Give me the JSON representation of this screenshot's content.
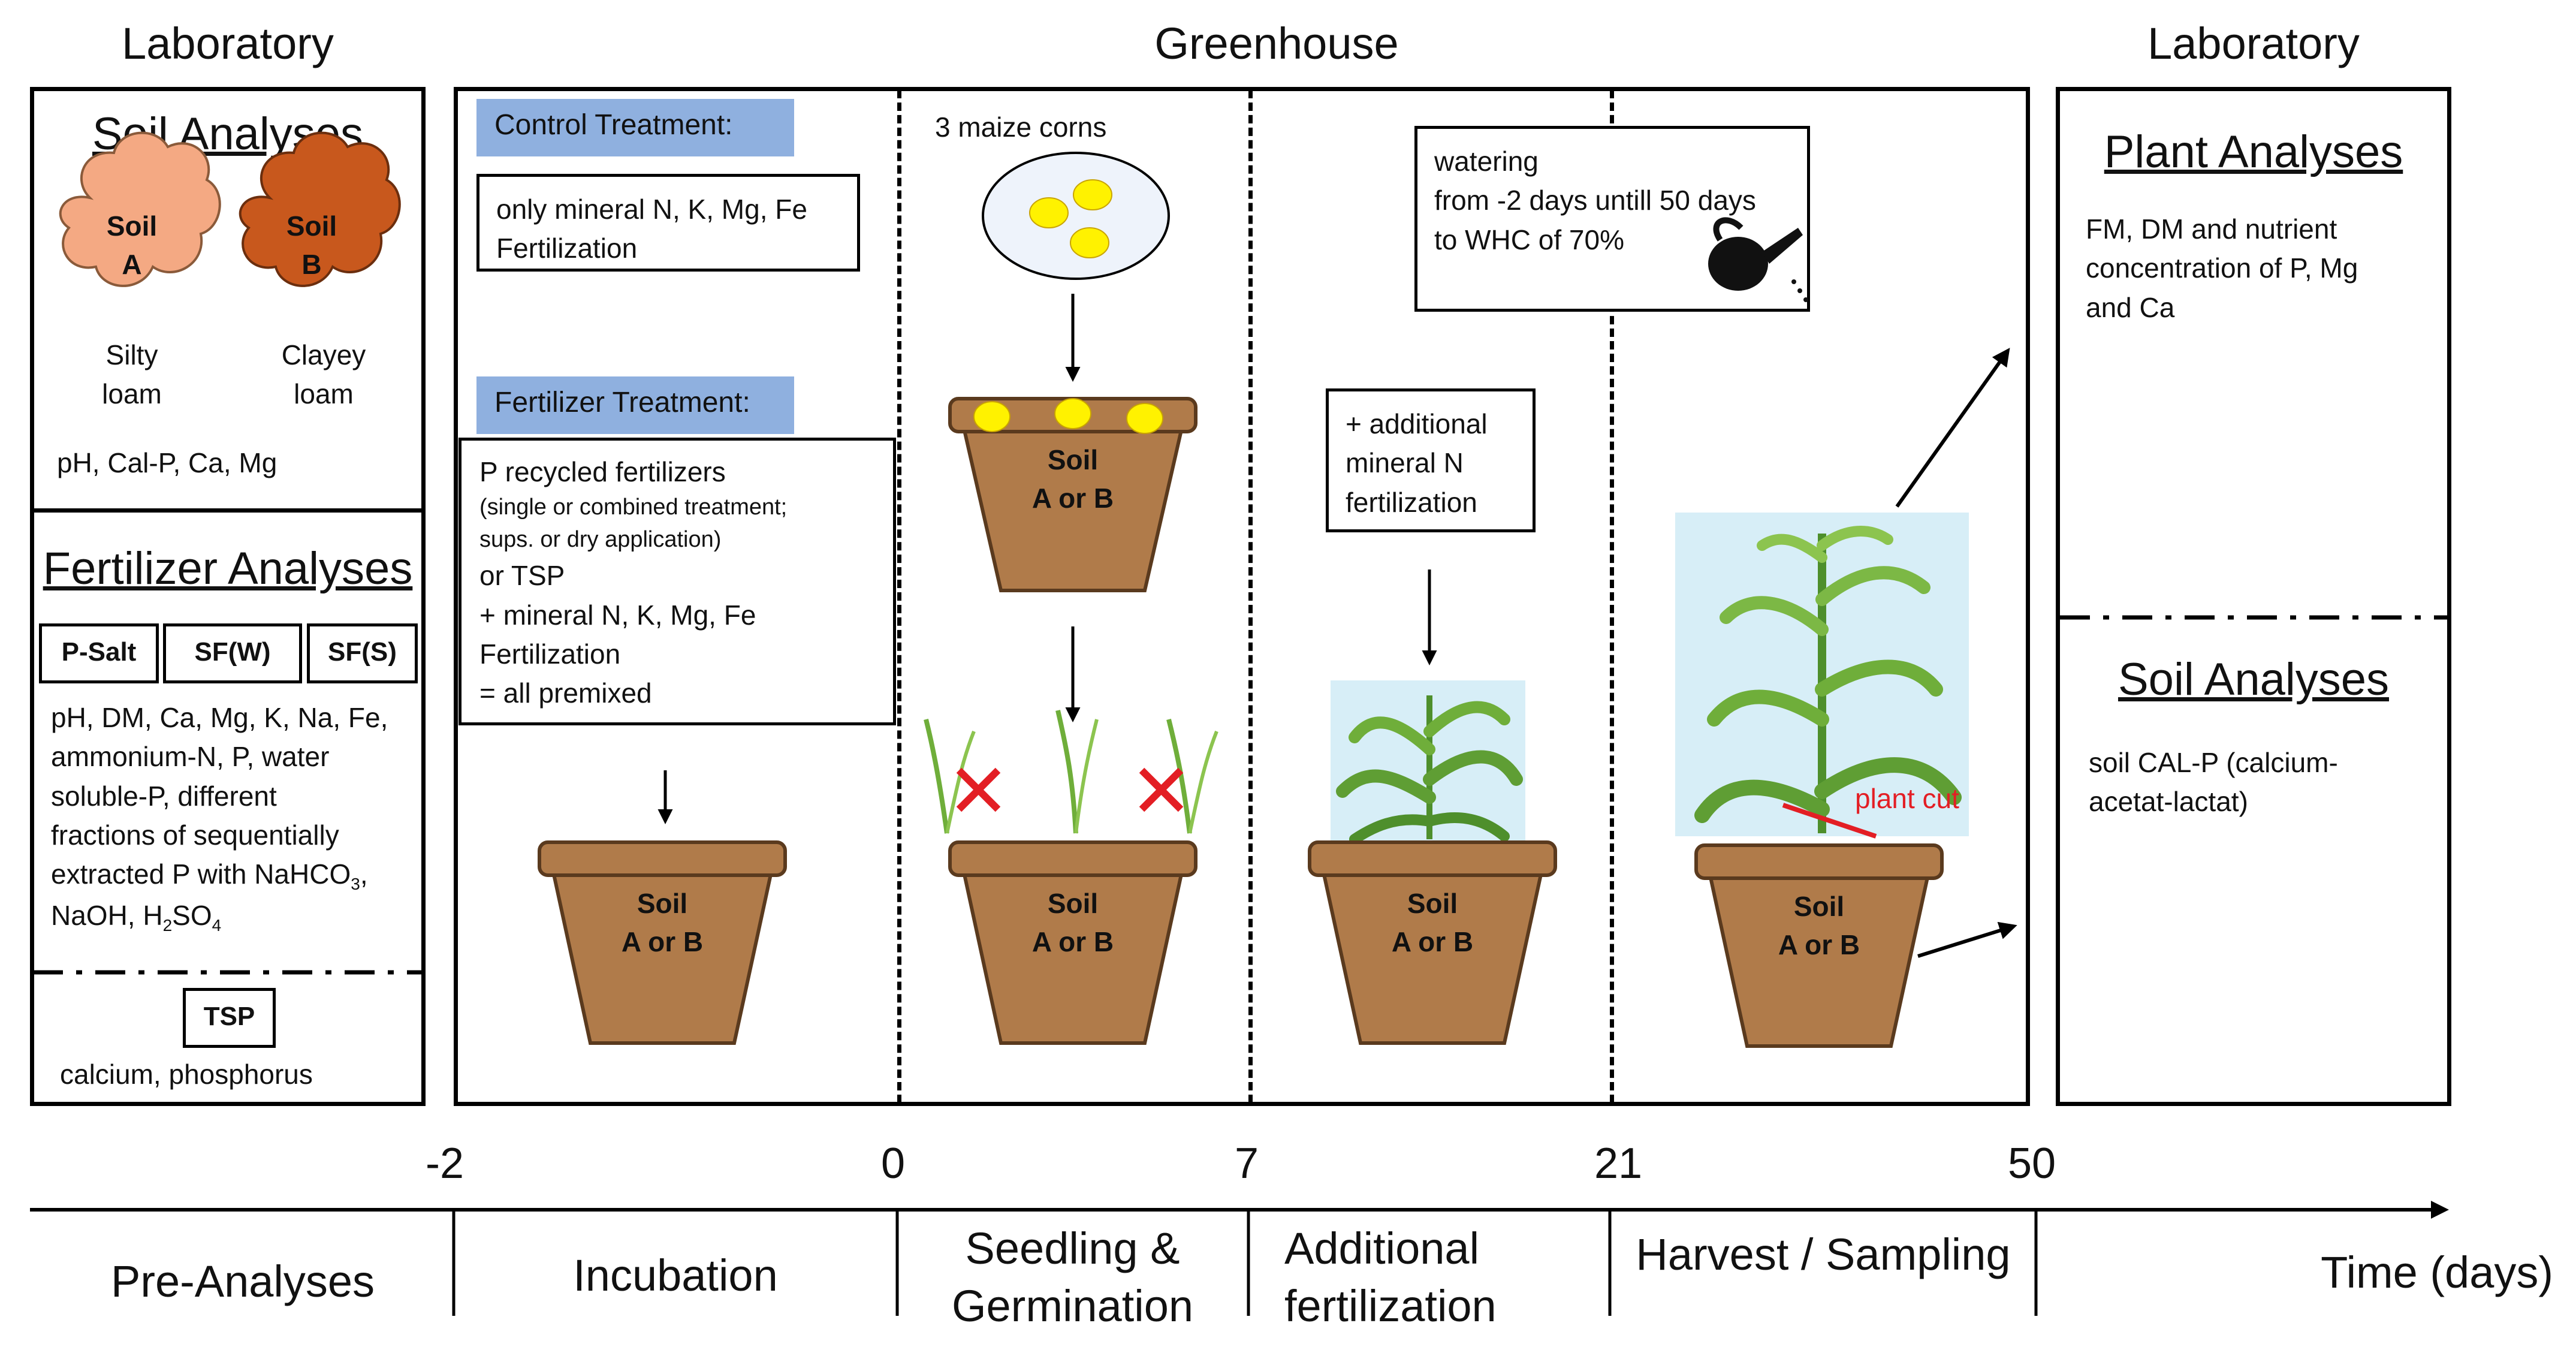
{
  "headers": {
    "lab_left": "Laboratory",
    "greenhouse": "Greenhouse",
    "lab_right": "Laboratory"
  },
  "left_panel": {
    "soil_title": "Soil Analyses",
    "soil_a": {
      "name": "Soil",
      "letter": "A",
      "texture_1": "Silty",
      "texture_2": "loam"
    },
    "soil_b": {
      "name": "Soil",
      "letter": "B",
      "texture_1": "Clayey",
      "texture_2": "loam"
    },
    "soil_params": "pH, Cal-P, Ca, Mg",
    "fert_title": "Fertilizer Analyses",
    "fert_boxes": [
      "P-Salt",
      "SF(W)",
      "SF(S)"
    ],
    "fert_params": [
      "pH, DM, Ca, Mg, K, Na, Fe,",
      "ammonium-N, P, water",
      "soluble-P, different",
      "fractions of sequentially",
      "extracted P with NaHCO",
      "NaOH, H",
      "SO"
    ],
    "tsp_box": "TSP",
    "tsp_params": "calcium, phosphorus"
  },
  "greenhouse": {
    "control_label": "Control Treatment:",
    "control_text": [
      "only mineral N, K, Mg, Fe",
      "Fertilization"
    ],
    "fert_label": "Fertilizer Treatment:",
    "fert_text_1": "P recycled fertilizers",
    "fert_text_small": [
      "(single or combined treatment;",
      "sups. or dry application)"
    ],
    "fert_text_2": [
      "or TSP",
      "+ mineral N, K, Mg, Fe",
      "Fertilization",
      "= all premixed"
    ],
    "maize": "3 maize corns",
    "pot_soil": "Soil",
    "pot_ab": "A or B",
    "additional": [
      "+ additional",
      "mineral N",
      "fertilization"
    ],
    "watering": [
      "watering",
      "from -2 days untill 50 days",
      "to WHC of 70%"
    ],
    "plant_cut": "plant cut"
  },
  "right_panel": {
    "plant_title": "Plant Analyses",
    "plant_text": [
      "FM, DM and nutrient",
      "concentration of P, Mg",
      "and Ca"
    ],
    "soil_title": "Soil Analyses",
    "soil_text": [
      "soil CAL-P (calcium-",
      "acetat-lactat)"
    ]
  },
  "timeline": {
    "ticks": [
      "-2",
      "0",
      "7",
      "21",
      "50"
    ],
    "phases": [
      "Pre-Analyses",
      "Incubation",
      "Seedling &",
      "Germination",
      "Additional",
      "fertilization",
      "Harvest / Sampling"
    ],
    "axis_label": "Time (days)"
  },
  "colors": {
    "soil_a": "#f4a983",
    "soil_b": "#c8581d",
    "pot": "#b07b4a",
    "label_blue": "#8fb0df",
    "seed": "#fff200",
    "cut": "#e31e24"
  }
}
